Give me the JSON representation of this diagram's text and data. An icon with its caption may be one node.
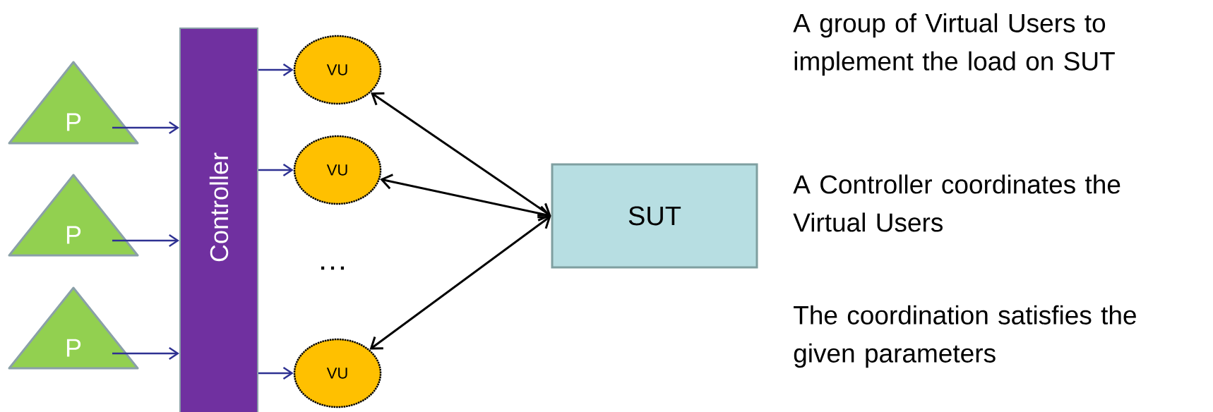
{
  "diagram": {
    "nodes": [
      {
        "text": [
          "P"
        ]
      },
      {
        "text": [
          "P"
        ]
      },
      {
        "text": [
          "P"
        ]
      },
      {
        "text": [
          "Controller"
        ]
      },
      {
        "text": [
          "VU"
        ]
      },
      {
        "text": [
          "VU"
        ]
      },
      {
        "text": [
          "VU"
        ]
      },
      {
        "text": [
          "SUT"
        ]
      }
    ],
    "edges": [
      {
        "from": 0,
        "to": 3,
        "arrow": "to"
      },
      {
        "from": 1,
        "to": 3,
        "arrow": "to"
      },
      {
        "from": 2,
        "to": 3,
        "arrow": "to"
      },
      {
        "from": 3,
        "to": 4,
        "arrow": "to"
      },
      {
        "from": 3,
        "to": 5,
        "arrow": "to"
      },
      {
        "from": 3,
        "to": 6,
        "arrow": "to"
      },
      {
        "from": 4,
        "to": 7,
        "arrow": "both",
        "color": "#000000"
      },
      {
        "from": 5,
        "to": 7,
        "arrow": "both",
        "color": "#000000"
      },
      {
        "from": 6,
        "to": 7,
        "arrow": "both",
        "color": "#000000"
      }
    ],
    "labels": [
      "…",
      "A group of Virtual Users to implement the load on SUT",
      "A Controller coordinates the Virtual Users",
      "The coordination satisfies the given parameters"
    ]
  }
}
